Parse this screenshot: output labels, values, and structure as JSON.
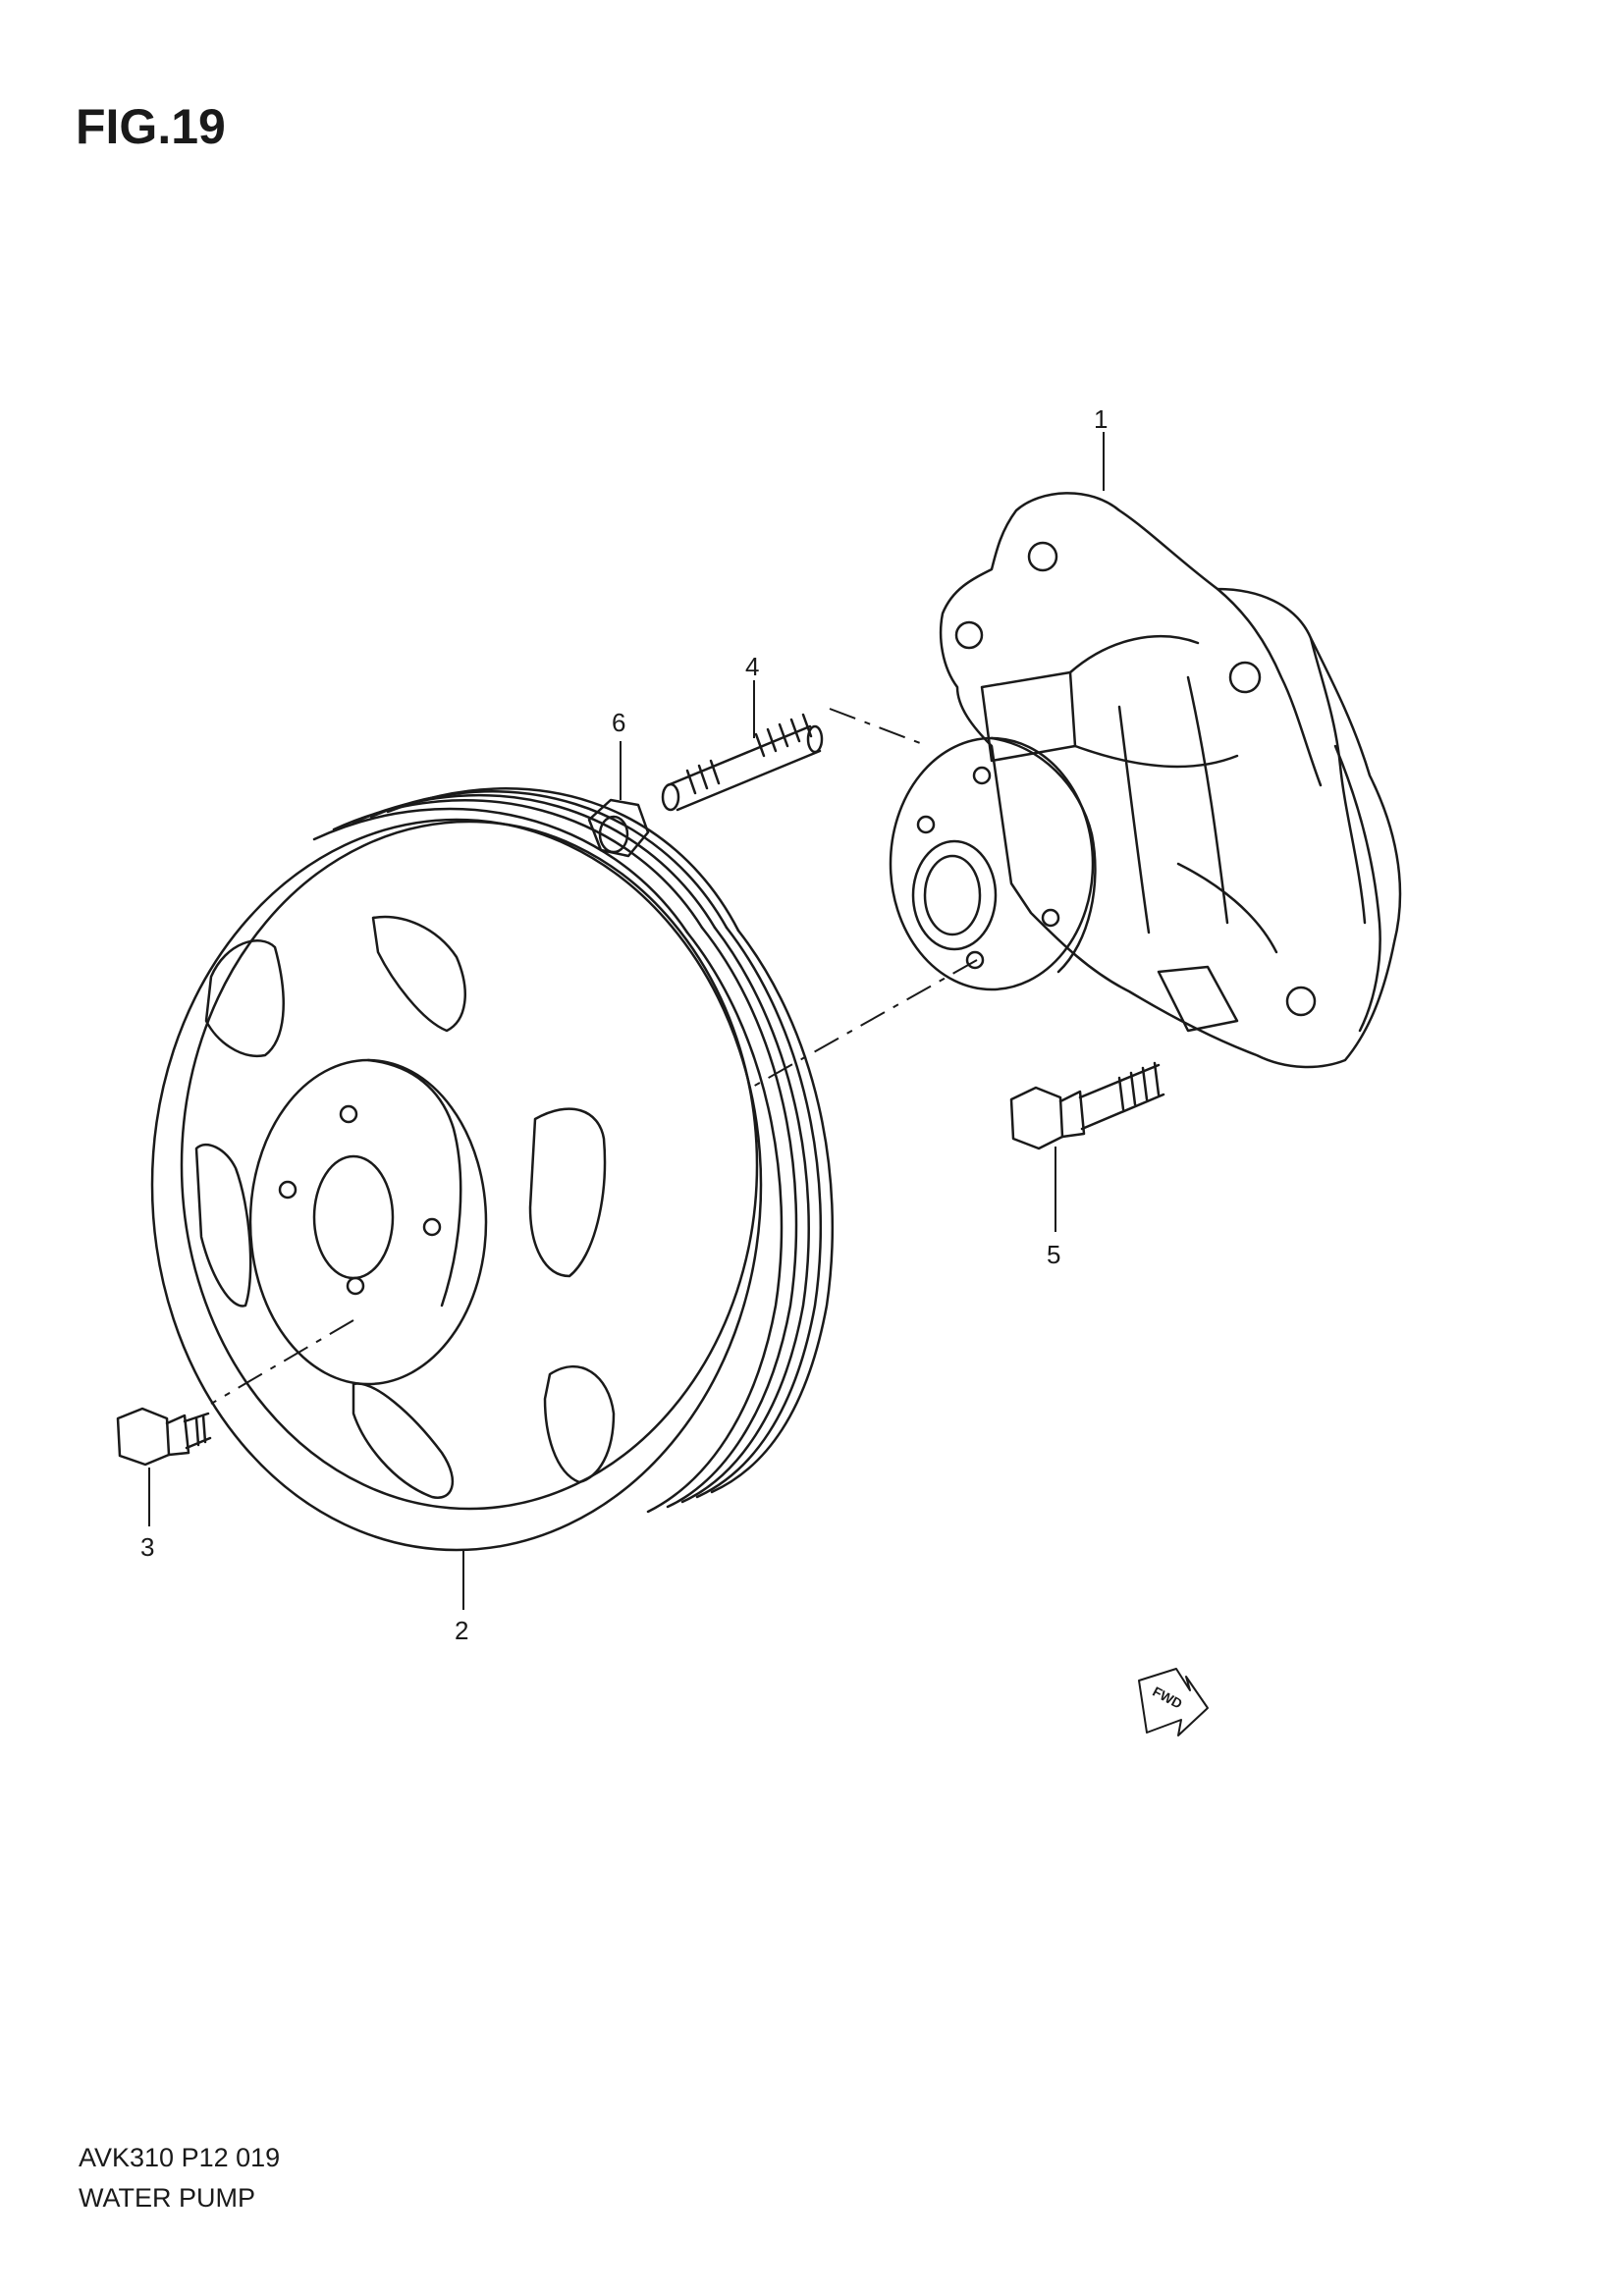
{
  "figure": {
    "title": "FIG.19"
  },
  "footer": {
    "code": "AVK310 P12 019",
    "name": "WATER PUMP"
  },
  "callouts": [
    "1",
    "2",
    "3",
    "4",
    "5",
    "6"
  ],
  "forward_marker": {
    "label": "FWD"
  },
  "colors": {
    "ink": "#1a1a1a",
    "background": "#ffffff"
  }
}
